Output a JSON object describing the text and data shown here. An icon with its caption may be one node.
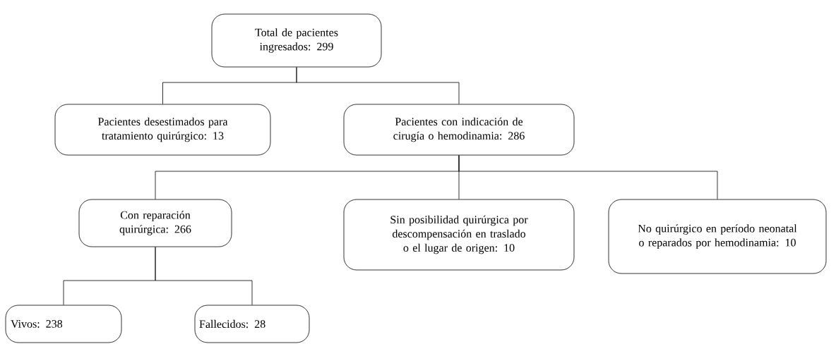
{
  "diagram": {
    "nodes": [
      {
        "text": [
          "Total de pacientes ingresados: 299"
        ]
      },
      {
        "text": [
          "Pacientes desestimados para tratamiento quirúrgico: 13"
        ]
      },
      {
        "text": [
          "Pacientes con indicación de cirugía o hemodinamia: 286"
        ]
      },
      {
        "text": [
          "Con reparación quirúrgica: 266"
        ]
      },
      {
        "text": [
          "Sin posibilidad quirúrgica por descompensación en traslado o el lugar de origen: 10"
        ]
      },
      {
        "text": [
          "No quirúrgico en período neonatal o reparados por hemodinamia: 10"
        ]
      },
      {
        "text": [
          "Vivos: 238"
        ]
      },
      {
        "text": [
          "Fallecidos: 28"
        ]
      }
    ],
    "edges": [
      {
        "from": 0,
        "to": 1,
        "arrow": "none"
      },
      {
        "from": 0,
        "to": 2,
        "arrow": "none"
      },
      {
        "from": 2,
        "to": 3,
        "arrow": "none"
      },
      {
        "from": 2,
        "to": 4,
        "arrow": "none"
      },
      {
        "from": 2,
        "to": 5,
        "arrow": "none"
      },
      {
        "from": 3,
        "to": 6,
        "arrow": "none"
      },
      {
        "from": 3,
        "to": 7,
        "arrow": "none"
      }
    ]
  }
}
